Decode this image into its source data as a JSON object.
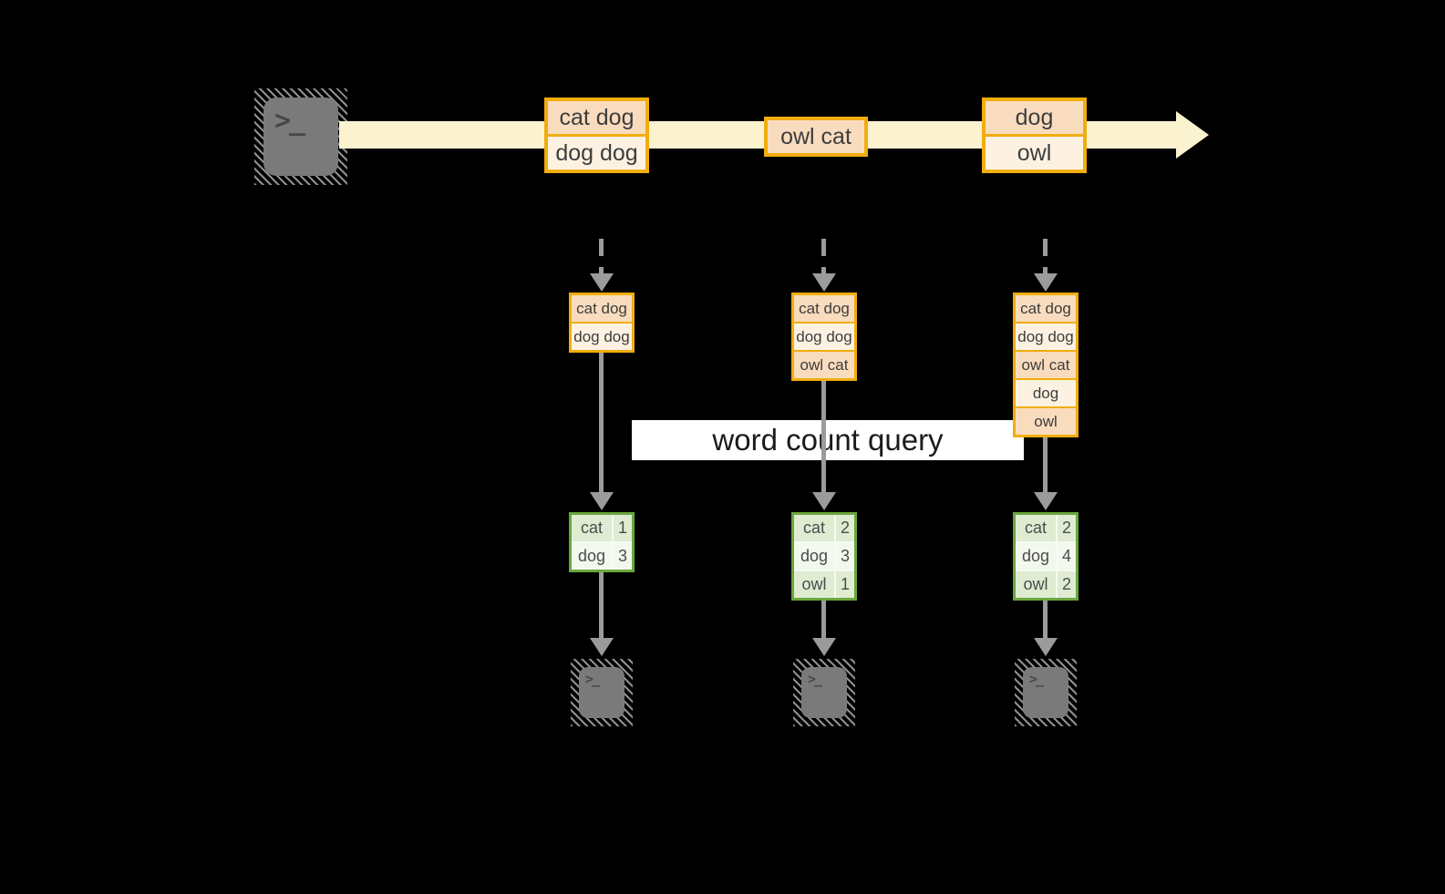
{
  "glyphs": {
    "terminal_prompt": ">_"
  },
  "banner": {
    "label": "word count query"
  },
  "stream": {
    "events": [
      {
        "rows": [
          "cat dog",
          "dog dog"
        ]
      },
      {
        "rows": [
          "owl cat"
        ]
      },
      {
        "rows": [
          "dog",
          "owl"
        ]
      }
    ]
  },
  "columns": [
    {
      "buffer": [
        "cat dog",
        "dog dog"
      ],
      "counts": [
        {
          "word": "cat",
          "count": "1"
        },
        {
          "word": "dog",
          "count": "3"
        }
      ]
    },
    {
      "buffer": [
        "cat dog",
        "dog dog",
        "owl cat"
      ],
      "counts": [
        {
          "word": "cat",
          "count": "2"
        },
        {
          "word": "dog",
          "count": "3"
        },
        {
          "word": "owl",
          "count": "1"
        }
      ]
    },
    {
      "buffer": [
        "cat dog",
        "dog dog",
        "owl cat",
        "dog",
        "owl"
      ],
      "counts": [
        {
          "word": "cat",
          "count": "2"
        },
        {
          "word": "dog",
          "count": "4"
        },
        {
          "word": "owl",
          "count": "2"
        }
      ]
    }
  ],
  "colors": {
    "background": "#000000",
    "stream_fill": "#fbf2d0",
    "event_border": "#f0ad0e",
    "event_fill_dark": "#f9dcbe",
    "event_fill_light": "#fdf2e2",
    "table_border": "#6aa63e",
    "table_fill_dark": "#dfecd2",
    "table_fill_light": "#f3f8ee",
    "arrow_gray": "#9b9b9b",
    "terminal_gray": "#7a7a7a",
    "banner_bg": "#ffffff"
  }
}
